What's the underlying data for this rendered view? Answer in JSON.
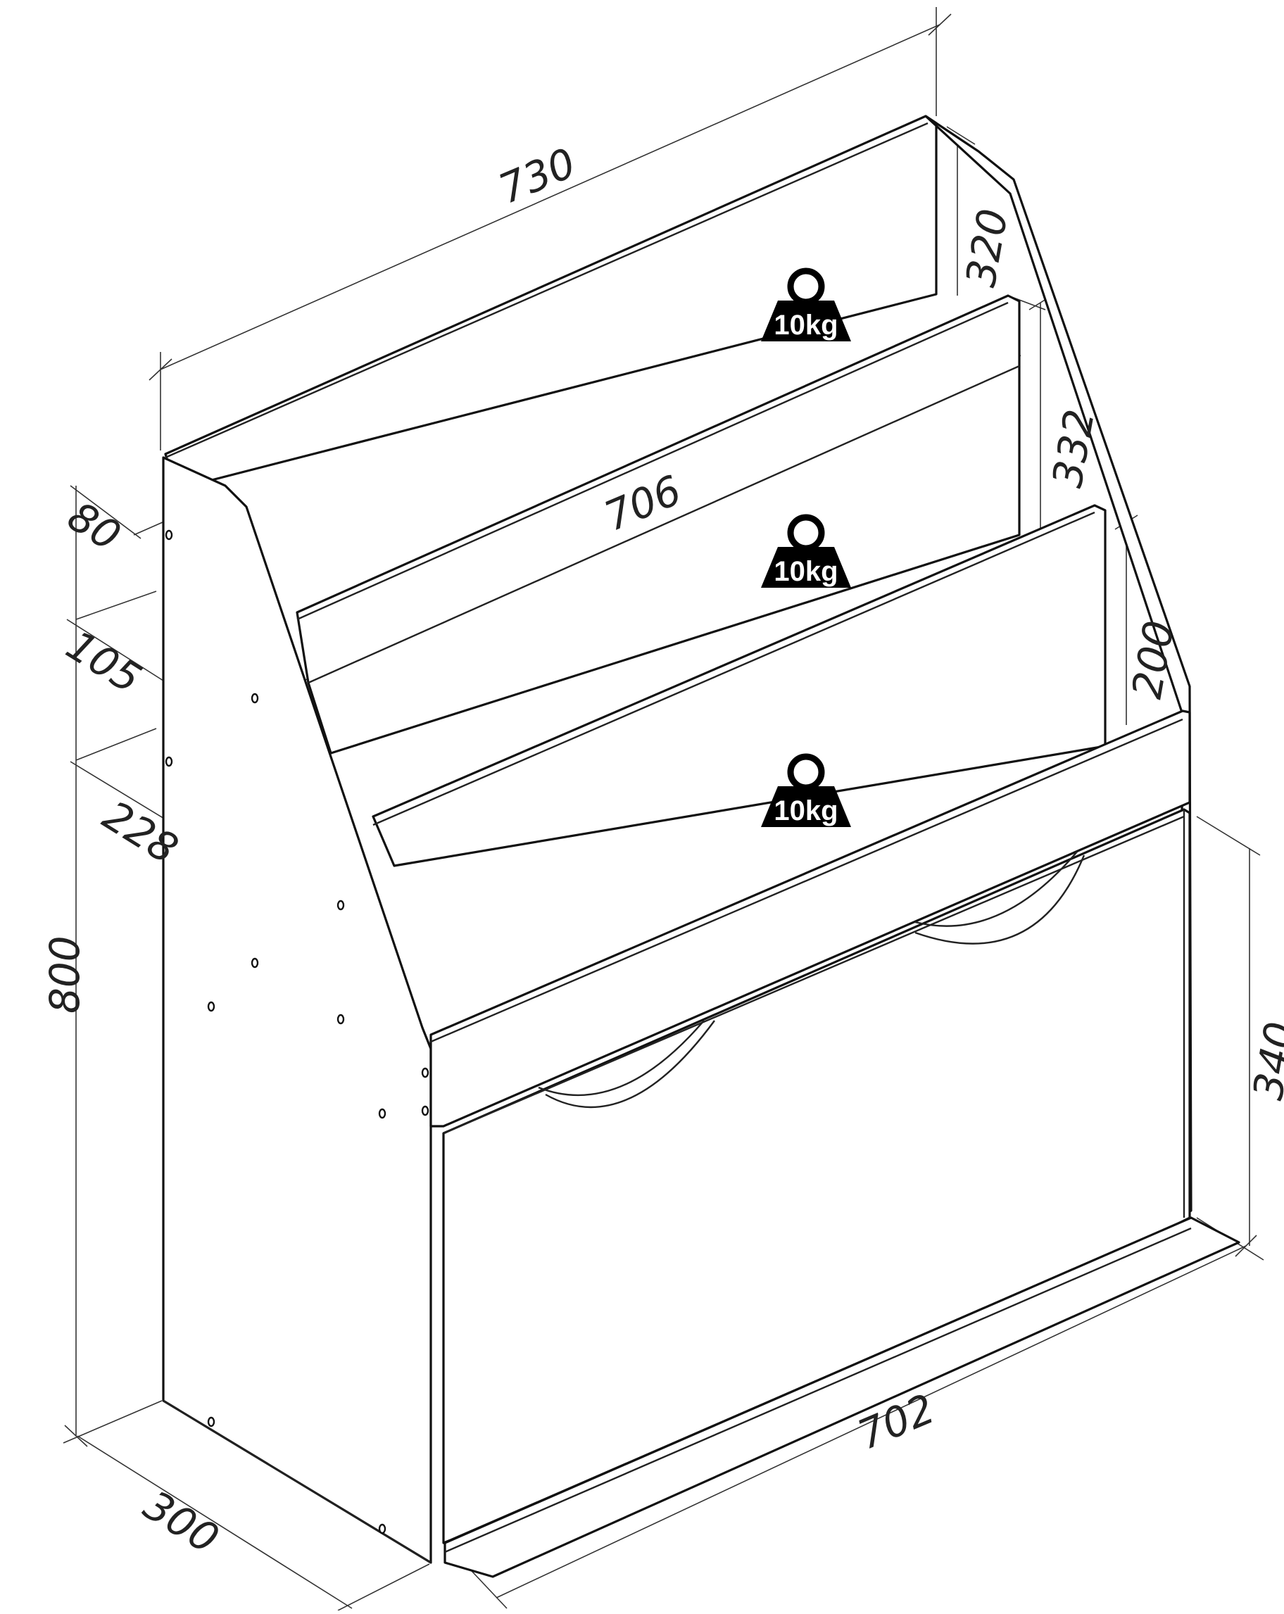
{
  "dimensions": {
    "top_width": "730",
    "back_height": "320",
    "middle_width": "706",
    "middle_height": "332",
    "front_height": "200",
    "top_depth": "80",
    "middle_depth": "105",
    "lower_depth": "228",
    "total_height": "800",
    "drawer_height": "340",
    "base_width": "702",
    "base_depth": "300"
  },
  "load_badges": [
    "10kg",
    "10kg",
    "10kg"
  ],
  "colors": {
    "line": "#111111",
    "badge_fill": "#000000",
    "background": "#ffffff"
  },
  "icons": [
    "weight-icon"
  ]
}
